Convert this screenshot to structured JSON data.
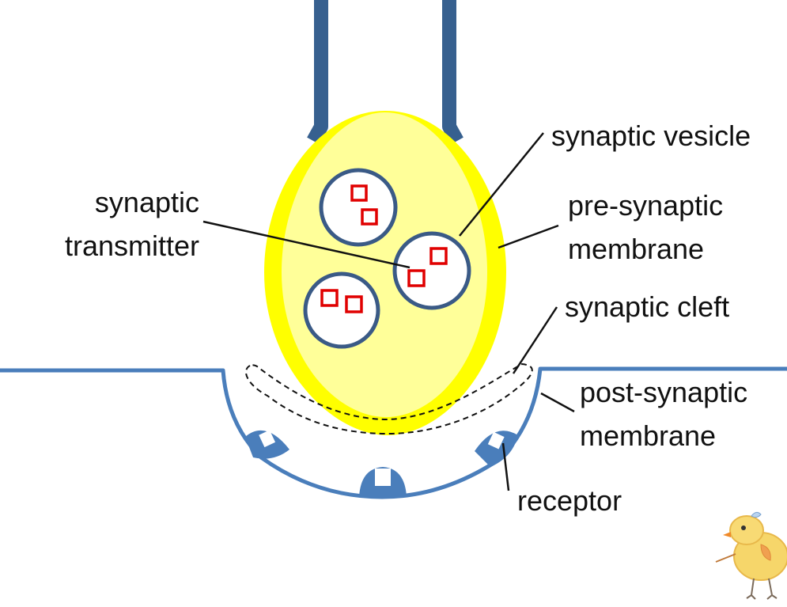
{
  "labels": {
    "synaptic_vesicle": "synaptic vesicle",
    "synaptic_transmitter": [
      "synaptic",
      "transmitter"
    ],
    "pre_synaptic_membrane": [
      "pre-synaptic",
      "membrane"
    ],
    "synaptic_cleft": "synaptic cleft",
    "post_synaptic_membrane": [
      "post-synaptic",
      "membrane"
    ],
    "receptor": "receptor"
  },
  "colors": {
    "axon": "#37608f",
    "membrane_blue": "#4a7ebb",
    "terminal_outer": "#ffff00",
    "terminal_inner": "#ffff99",
    "vesicle_stroke": "#3a5a86",
    "vesicle_fill": "#ffffff",
    "transmitter": "#e00000",
    "cleft_dash": "#111111",
    "text": "#111111"
  },
  "icons": {
    "mascot": "chick-doodle-icon"
  }
}
